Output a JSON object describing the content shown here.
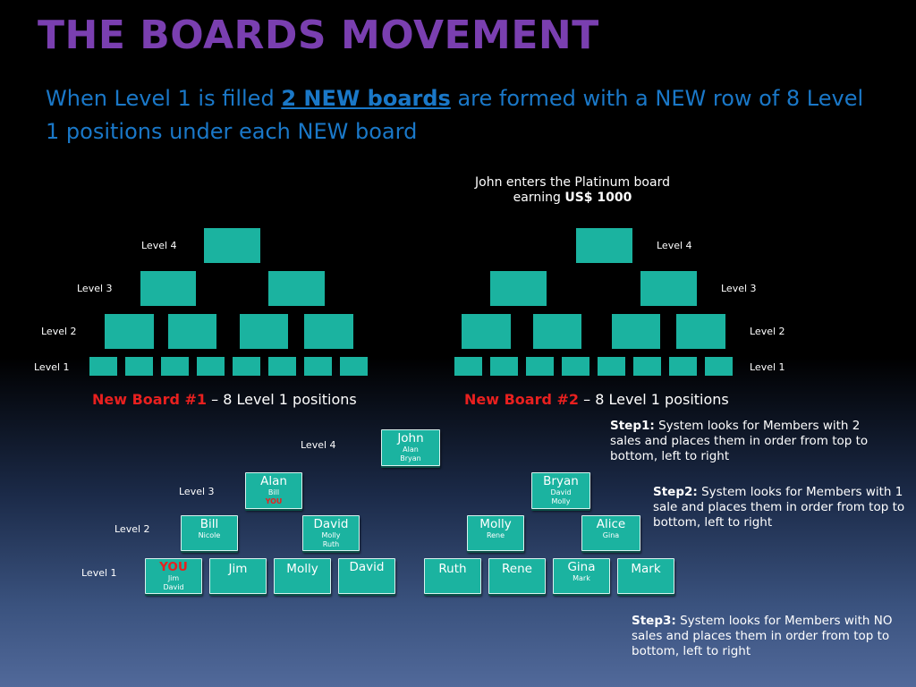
{
  "title": "THE BOARDS MOVEMENT",
  "subtitle": {
    "part1": "When Level 1 is filled ",
    "bold": "2 NEW boards",
    "part2": " are formed with a NEW row of 8 Level 1 positions under each NEW board"
  },
  "note": {
    "line1": "John enters the Platinum board",
    "line2_prefix": "earning ",
    "line2_bold": "US$ 1000"
  },
  "levels": {
    "l4": "Level 4",
    "l3": "Level 3",
    "l2": "Level 2",
    "l1": "Level 1"
  },
  "board1": {
    "name": "New Board #1",
    "rest": " – 8 Level 1 positions"
  },
  "board2": {
    "name": "New Board #2",
    "rest": " – 8 Level 1 positions"
  },
  "steps": {
    "s1_label": "Step1:",
    "s1_text": " System looks for Members with 2 sales and places them in order from top to bottom, left to right",
    "s2_label": "Step2:",
    "s2_text": " System looks for Members with 1 sale and places them in order from top to bottom, left to right",
    "s3_label": "Step3:",
    "s3_text": " System looks for Members with NO sales and places them in order from top to bottom, left to right"
  },
  "tree": {
    "john": {
      "name": "John",
      "subs": [
        "Alan",
        "Bryan"
      ]
    },
    "alan": {
      "name": "Alan",
      "subs": [
        "Bill",
        "YOU"
      ]
    },
    "bryan": {
      "name": "Bryan",
      "subs": [
        "David",
        "Molly"
      ]
    },
    "bill": {
      "name": "Bill",
      "subs": [
        "Nicole"
      ]
    },
    "david": {
      "name": "David",
      "subs": [
        "Molly",
        "Ruth"
      ]
    },
    "molly": {
      "name": "Molly",
      "subs": [
        "Rene"
      ]
    },
    "alice": {
      "name": "Alice",
      "subs": [
        "Gina"
      ]
    },
    "level1": [
      {
        "name": "YOU",
        "subs": [
          "Jim",
          "David"
        ]
      },
      {
        "name": "Jim",
        "subs": []
      },
      {
        "name": "Molly",
        "subs": []
      },
      {
        "name": "David",
        "subs": []
      },
      {
        "name": "Ruth",
        "subs": []
      },
      {
        "name": "Rene",
        "subs": []
      },
      {
        "name": "Gina",
        "subs": [
          "Mark"
        ]
      },
      {
        "name": "Mark",
        "subs": []
      }
    ]
  },
  "colors": {
    "title": "#7a3fb0",
    "subtitle": "#1a78c8",
    "box": "#1bb3a0",
    "highlight": "#e8201f"
  }
}
